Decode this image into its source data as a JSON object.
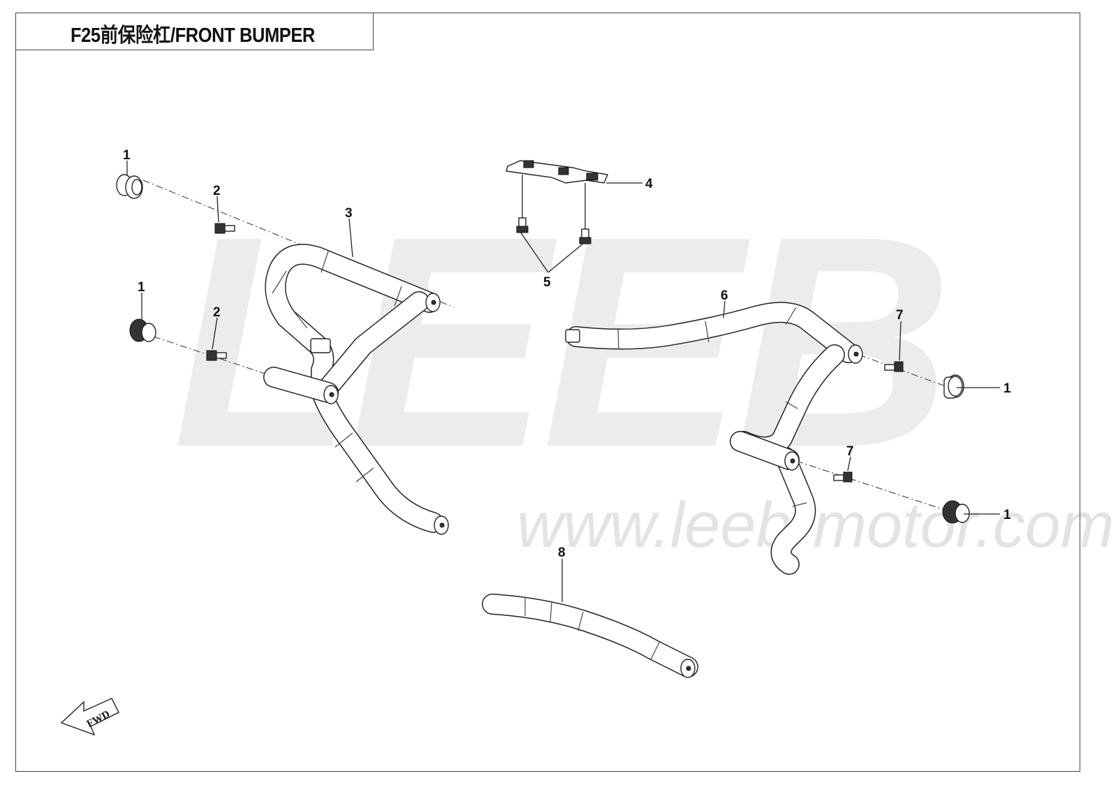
{
  "header": {
    "title": "F25前保险杠/FRONT BUMPER"
  },
  "watermark": {
    "brand": "LEEB",
    "url": "www.leeb-motor.com"
  },
  "fwd_arrow": {
    "label": "FWD"
  },
  "callouts": [
    {
      "id": "c1a",
      "label": "1"
    },
    {
      "id": "c2a",
      "label": "2"
    },
    {
      "id": "c3",
      "label": "3"
    },
    {
      "id": "c1b",
      "label": "1"
    },
    {
      "id": "c2b",
      "label": "2"
    },
    {
      "id": "c4",
      "label": "4"
    },
    {
      "id": "c5",
      "label": "5"
    },
    {
      "id": "c6",
      "label": "6"
    },
    {
      "id": "c7a",
      "label": "7"
    },
    {
      "id": "c1c",
      "label": "1"
    },
    {
      "id": "c7b",
      "label": "7"
    },
    {
      "id": "c1d",
      "label": "1"
    },
    {
      "id": "c8",
      "label": "8"
    }
  ]
}
